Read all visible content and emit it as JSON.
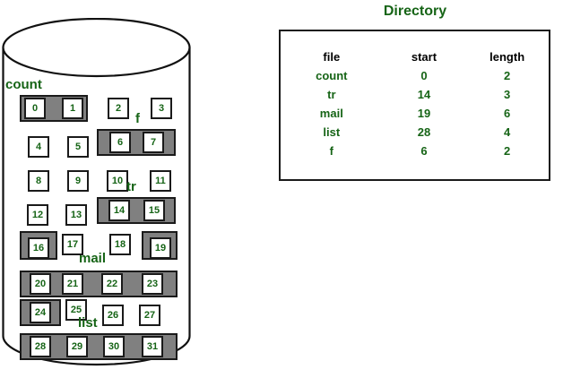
{
  "diagram": {
    "title_alt": "Disk blocks and directory",
    "colors": {
      "green_text": "#166416",
      "band_gray": "#808080",
      "outline": "#1a1a1a",
      "header_text": "#000000"
    }
  },
  "disk": {
    "name": "disk-cylinder",
    "blocks": [
      {
        "n": "0"
      },
      {
        "n": "1"
      },
      {
        "n": "2"
      },
      {
        "n": "3"
      },
      {
        "n": "4"
      },
      {
        "n": "5"
      },
      {
        "n": "6"
      },
      {
        "n": "7"
      },
      {
        "n": "8"
      },
      {
        "n": "9"
      },
      {
        "n": "10"
      },
      {
        "n": "11"
      },
      {
        "n": "12"
      },
      {
        "n": "13"
      },
      {
        "n": "14"
      },
      {
        "n": "15"
      },
      {
        "n": "16"
      },
      {
        "n": "17"
      },
      {
        "n": "18"
      },
      {
        "n": "19"
      },
      {
        "n": "20"
      },
      {
        "n": "21"
      },
      {
        "n": "22"
      },
      {
        "n": "23"
      },
      {
        "n": "24"
      },
      {
        "n": "25"
      },
      {
        "n": "26"
      },
      {
        "n": "27"
      },
      {
        "n": "28"
      },
      {
        "n": "29"
      },
      {
        "n": "30"
      },
      {
        "n": "31"
      }
    ],
    "file_labels": [
      {
        "name": "count",
        "label": "count"
      },
      {
        "name": "f",
        "label": "f"
      },
      {
        "name": "tr",
        "label": "tr"
      },
      {
        "name": "mail",
        "label": "mail"
      },
      {
        "name": "list",
        "label": "list"
      }
    ]
  },
  "directory": {
    "title": "Directory",
    "headers": [
      "file",
      "start",
      "length"
    ],
    "rows": [
      {
        "file": "count",
        "start": "0",
        "length": "2"
      },
      {
        "file": "tr",
        "start": "14",
        "length": "3"
      },
      {
        "file": "mail",
        "start": "19",
        "length": "6"
      },
      {
        "file": "list",
        "start": "28",
        "length": "4"
      },
      {
        "file": "f",
        "start": "6",
        "length": "2"
      }
    ]
  },
  "chart_data": {
    "type": "table",
    "title": "Directory",
    "columns": [
      "file",
      "start",
      "length"
    ],
    "rows": [
      [
        "count",
        0,
        2
      ],
      [
        "tr",
        14,
        3
      ],
      [
        "mail",
        19,
        6
      ],
      [
        "list",
        28,
        4
      ],
      [
        "f",
        6,
        2
      ]
    ],
    "allocation": {
      "total_blocks": 32,
      "files": [
        {
          "file": "count",
          "blocks": [
            0,
            1
          ]
        },
        {
          "file": "f",
          "blocks": [
            6,
            7
          ]
        },
        {
          "file": "tr",
          "blocks": [
            14,
            15,
            16
          ]
        },
        {
          "file": "mail",
          "blocks": [
            19,
            20,
            21,
            22,
            23,
            24
          ]
        },
        {
          "file": "list",
          "blocks": [
            28,
            29,
            30,
            31
          ]
        }
      ],
      "free_blocks": [
        2,
        3,
        4,
        5,
        8,
        9,
        10,
        11,
        12,
        13,
        17,
        18,
        25,
        26,
        27
      ]
    }
  }
}
